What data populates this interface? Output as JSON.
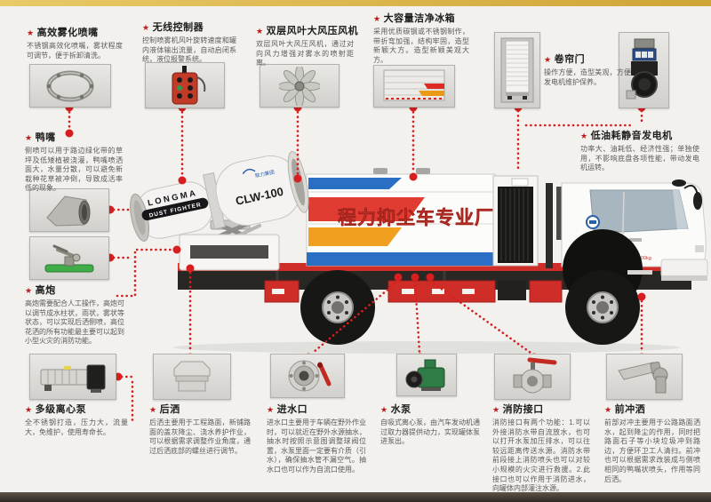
{
  "ui": {
    "star": "★"
  },
  "colors": {
    "accent_red": "#d81e1e",
    "banner_red": "#e8433a",
    "stripe_blue": "#2b6fc4",
    "stripe_red": "#e03c31",
    "stripe_orange": "#f0a01e",
    "top_bar_gold": "#d8b44a",
    "bottom_bar_brown": "#3a322c"
  },
  "truck": {
    "banner": "程力抑尘车专业厂",
    "cannon_brand": "LONGMA",
    "cannon_sub": "DUST FIGHTER",
    "cannon_model": "CLW-100",
    "cannon_logo": "联力集团",
    "cab_plate": "总质量15000kg"
  },
  "callouts": [
    {
      "id": "spray-nozzle",
      "title": "高效雾化喷嘴",
      "photo": "nozzle-ring-photo",
      "desc": "不锈钢高效化喷嘴，雾状程度可调节，便于拆卸清洗。"
    },
    {
      "id": "remote-control",
      "title": "无线控制器",
      "photo": "remote-control-photo",
      "desc": "控制喷雾机风叶旋转速度和罐内液体输出流量，自动启闭系统，液位报警系统。"
    },
    {
      "id": "fan",
      "title": "双层风叶大风压风机",
      "photo": "fan-blade-photo",
      "desc": "双层风叶大风压风机，通过对向风力增强对雾水的喷射距离。"
    },
    {
      "id": "icebox",
      "title": "大容量洁净冰箱",
      "photo": "icebox-photo",
      "desc": "采用优质碳钢或不锈钢制作，带折弯加强，结构牢固，造型新颖大方。造型新颖美观大方。"
    },
    {
      "id": "roller-door",
      "title": "卷帘门",
      "photo": "roller-door-photo",
      "desc": "操作方便，造型美观，方便发电机维护保养。"
    },
    {
      "id": "generator",
      "title": "低油耗静音发电机",
      "photo": "generator-photo",
      "desc": "功率大、油耗低、经济性强；单独使用，不影响底盘各项性能，带动发电机运转。"
    },
    {
      "id": "duckbill",
      "title": "鸭嘴",
      "photo": "duckbill-nozzle-photo",
      "desc": "侧喷可以用于路边绿化带的草坪及低矮植被浇灌，鸭嘴喷洒面大，水量分散，可以避免新栽种花草被冲倒，导致成活率低的现象。"
    },
    {
      "id": "cannon",
      "title": "高炮",
      "photo": "",
      "desc": "高炮需要配合人工操作，高炮可以调节成水柱状，雨状，雾状等状态，可以实现后洒侧喷，高位花洒的所有功能最主要可以起到小型火灾的消防功能。"
    },
    {
      "id": "multistage-pump",
      "title": "多级离心泵",
      "photo": "multistage-pump-photo",
      "desc": "全不锈钢打造，压力大，流量大，免维护，使用寿命长。"
    },
    {
      "id": "rear-spray",
      "title": "后洒",
      "photo": "rear-spray-cap-photo",
      "desc": "后洒主要用于工程路面，新铺路面的盖灰降尘、浇水养护作业，可以根据需求调整作业角度，通过后洒底部的螺丝进行调节。"
    },
    {
      "id": "water-inlet",
      "title": "进水口",
      "photo": "water-inlet-photo",
      "desc": "进水口主要用于车辆在野外作业时，可以就近在野外水源抽水，抽水时按照示意图调整球阀位置，水泵里面一定要有介质（引水），确保抽水管不漏空气。抽水口也可以作为自流口使用。"
    },
    {
      "id": "water-pump",
      "title": "水泵",
      "photo": "water-pump-photo",
      "desc": "自吸式离心泵，由汽车发动机通过取力器提供动力，实现罐体泵进泵出。"
    },
    {
      "id": "fire-port",
      "title": "消防接口",
      "photo": "fire-valve-photo",
      "desc": "消防接口有两个功能：1.可以外接消防水带自流放水，也可以打开水泵加压排水，可以往较远距离传送水源。消防水带前段接上消防喷头也可以对较小规模的火灾进行救援。2.此接口也可以作用于消防进水，向罐体内部灌注水源。"
    },
    {
      "id": "front-spray",
      "title": "前冲洒",
      "photo": "front-nozzle-photo",
      "desc": "前部对冲主要用于公路路面洒水，起到降尘的作用，同时把路面石子等小块垃圾冲到路边，方便环卫工人清扫。前冲也可以根据需求改装成与侧喷相同的鸭嘴状喷头，作用等同后洒。"
    }
  ]
}
